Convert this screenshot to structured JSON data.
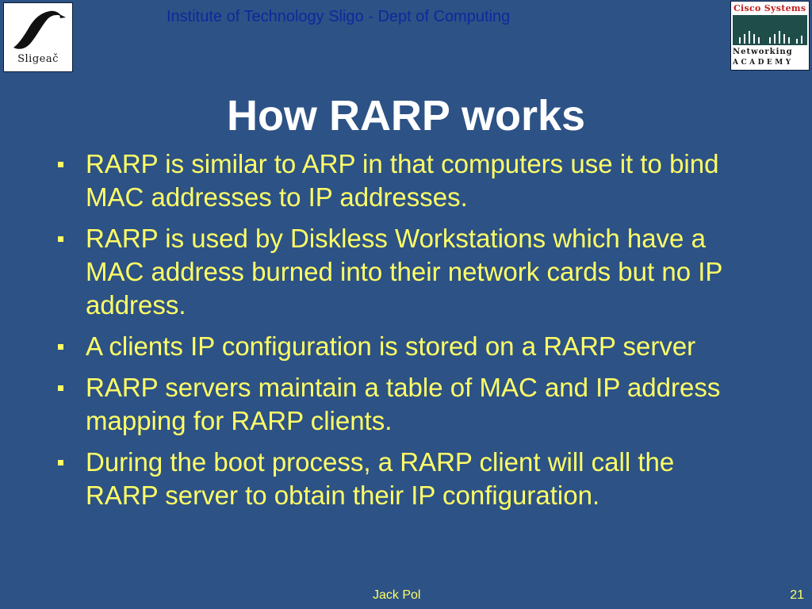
{
  "header": {
    "institution": "Institute of Technology Sligo - Dept of Computing",
    "left_logo_text": "Sligeač",
    "right_logo_brand": "Cisco Systems",
    "right_logo_line1": "Networking",
    "right_logo_line2": "ACADEMY"
  },
  "slide": {
    "title": "How RARP works",
    "bullets": [
      "RARP is similar to ARP in that computers use it to bind MAC addresses to IP addresses.",
      "RARP is used by Diskless Workstations which have a MAC address burned into their network cards but no IP address.",
      "A clients IP configuration is stored on a RARP server",
      "RARP servers maintain a table of MAC and IP address mapping for RARP clients.",
      "During the boot process, a RARP client will call the RARP server to obtain their IP configuration."
    ]
  },
  "footer": {
    "author": "Jack Pol",
    "page_number": "21"
  },
  "colors": {
    "background": "#2d5286",
    "bullet_text": "#ffff66",
    "title": "#ffffff",
    "header_text": "#0c2a9c"
  }
}
